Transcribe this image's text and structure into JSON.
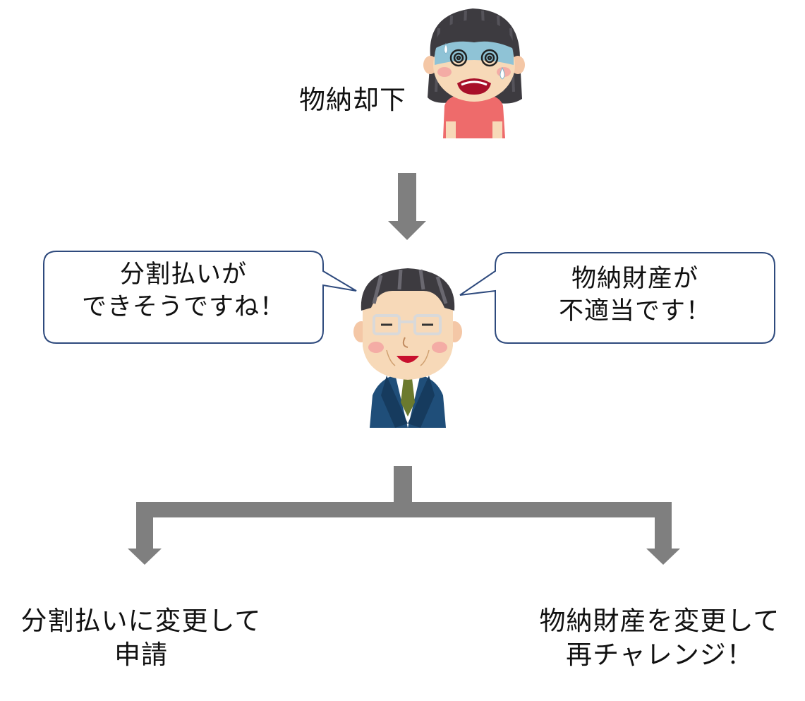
{
  "top": {
    "label": "物納却下"
  },
  "advisor": {
    "left_bubble": [
      "分割払いが",
      "できそうですね！"
    ],
    "right_bubble": [
      "物納財産が",
      "不適当です！"
    ]
  },
  "outcomes": {
    "left": [
      "分割払いに変更して",
      "申請"
    ],
    "right": [
      "物納財産を変更して",
      "再チャレンジ！"
    ]
  },
  "colors": {
    "arrow": "#7f7f7f",
    "bubble_border": "#2e4a7d",
    "suit": "#1f4e79",
    "tie": "#6b7a2e",
    "skin": "#f7d9b8",
    "woman_shirt": "#ee6b6b"
  },
  "icons": [
    "worried-woman-icon",
    "smiling-advisor-icon"
  ]
}
